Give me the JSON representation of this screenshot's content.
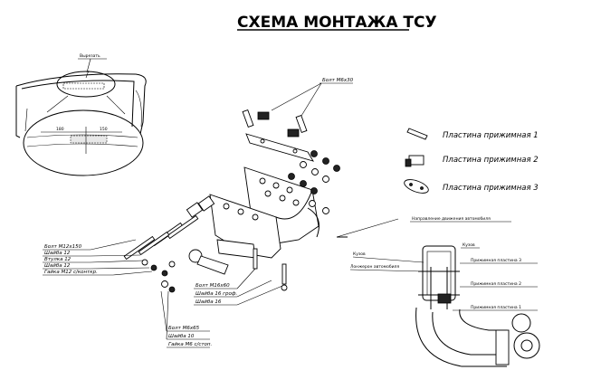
{
  "title": "СХЕМА МОНТАЖА ТСУ",
  "bumper": {
    "cut_label": "Вырезать",
    "dim_left": "180",
    "dim_right": "150"
  },
  "bolt_top": "Болт М6х30",
  "plates": [
    "Пластина прижимная 1",
    "Пластина прижимная 2",
    "Пластина прижимная 3"
  ],
  "left_fasteners": [
    "Болт М12х150",
    "Шайба 12",
    "Втулка 12",
    "Шайба 12",
    "Гайка М12 с/конткр."
  ],
  "center_fasteners": [
    "Болт М16х60",
    "Шайба 16 гроф.",
    "Шайба 16"
  ],
  "bottom_fasteners": [
    "Болт М6х65",
    "Шайба 10",
    "Гайка М6 с/стоп."
  ],
  "section": {
    "beam_label": "Направление движения автомобиля",
    "body_label": "Кузов",
    "spar_label": "Лонжерон автомобиля",
    "plate3": "Прижимная пластина 3",
    "plate2": "Прижимная пластина 2",
    "plate1": "Прижимная пластина 1"
  }
}
